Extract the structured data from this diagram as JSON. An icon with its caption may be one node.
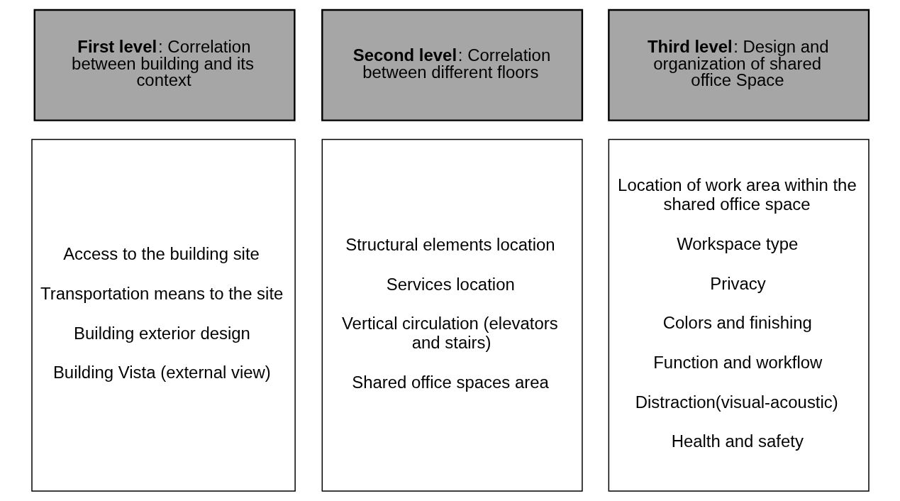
{
  "diagram": {
    "nodes": [
      {
        "text": [
          "**First level**: Correlation between building and its context"
        ]
      },
      {
        "text": [
          "**Second level**: Correlation between different floors"
        ]
      },
      {
        "text": [
          "**Third level**: Design and organization of shared office Space"
        ]
      },
      {
        "text": [
          "Access to the building site",
          "Transportation means to the site",
          "Building exterior design",
          "Building Vista (external view)"
        ]
      },
      {
        "text": [
          "Structural elements location",
          "Services location",
          "Vertical circulation (elevators and stairs)",
          "Shared office spaces area"
        ]
      },
      {
        "text": [
          "Location of work area within the shared office space",
          "Workspace type",
          "Privacy",
          "Colors and finishing",
          "Function and workflow",
          "Distraction(visual-acoustic)",
          "Health and safety"
        ]
      }
    ],
    "edges": []
  }
}
